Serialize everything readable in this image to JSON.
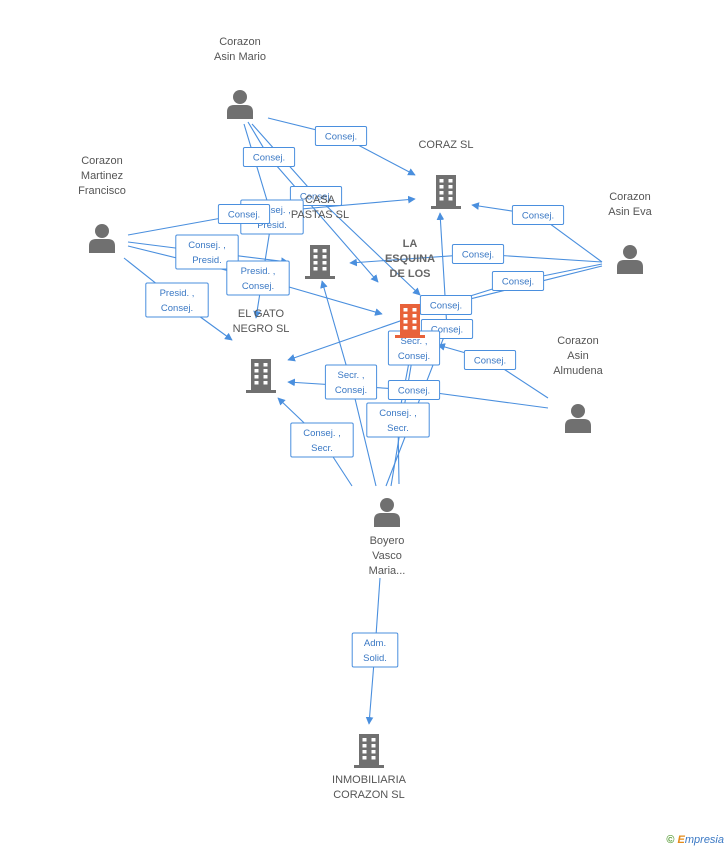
{
  "nodes": [
    {
      "id": "mario",
      "type": "person",
      "lines": [
        "Corazon",
        "Asin Mario"
      ]
    },
    {
      "id": "francisco",
      "type": "person",
      "lines": [
        "Corazon",
        "Martinez",
        "Francisco"
      ]
    },
    {
      "id": "eva",
      "type": "person",
      "lines": [
        "Corazon",
        "Asin Eva"
      ]
    },
    {
      "id": "almudena",
      "type": "person",
      "lines": [
        "Corazon",
        "Asin",
        "Almudena"
      ]
    },
    {
      "id": "boyero",
      "type": "person",
      "lines": [
        "Boyero",
        "Vasco",
        "Maria..."
      ]
    },
    {
      "id": "coraz",
      "type": "company",
      "lines": [
        "CORAZ SL"
      ]
    },
    {
      "id": "casa",
      "type": "company",
      "lines": [
        "CASA",
        "PASTAS SL"
      ]
    },
    {
      "id": "esquina",
      "type": "company",
      "focus": true,
      "lines": [
        "LA",
        "ESQUINA",
        "DE LOS"
      ]
    },
    {
      "id": "gato",
      "type": "company",
      "lines": [
        "EL GATO",
        "NEGRO SL"
      ]
    },
    {
      "id": "inmob",
      "type": "company",
      "lines": [
        "INMOBILIARIA",
        "CORAZON SL"
      ]
    }
  ],
  "edges": [
    {
      "from": "mario",
      "to": "coraz",
      "label": [
        "Consej."
      ]
    },
    {
      "from": "mario",
      "to": "casa",
      "label": [
        "Consej."
      ]
    },
    {
      "from": "mario",
      "to": "esquina",
      "label": [
        "Consej."
      ]
    },
    {
      "from": "mario",
      "to": "gato",
      "label": [
        "Consej. ,",
        "Presid."
      ]
    },
    {
      "from": "francisco",
      "to": "coraz",
      "label": [
        "Consej."
      ]
    },
    {
      "from": "francisco",
      "to": "casa",
      "label": [
        "Consej. ,",
        "Presid."
      ]
    },
    {
      "from": "francisco",
      "to": "esquina",
      "label": [
        "Presid. ,",
        "Consej."
      ]
    },
    {
      "from": "francisco",
      "to": "gato",
      "label": [
        "Presid. ,",
        "Consej."
      ]
    },
    {
      "from": "eva",
      "to": "coraz",
      "label": [
        "Consej."
      ]
    },
    {
      "from": "eva",
      "to": "casa",
      "label": [
        "Consej."
      ]
    },
    {
      "from": "eva",
      "to": "esquina",
      "label": [
        "Consej."
      ]
    },
    {
      "from": "eva",
      "to": "gato",
      "label": [
        "Consej."
      ]
    },
    {
      "from": "almudena",
      "to": "esquina",
      "label": [
        "Consej."
      ]
    },
    {
      "from": "almudena",
      "to": "gato",
      "label": [
        "Consej."
      ]
    },
    {
      "from": "boyero",
      "to": "coraz",
      "label": [
        "Consej."
      ]
    },
    {
      "from": "boyero",
      "to": "casa",
      "label": [
        "Secr. ,",
        "Consej."
      ]
    },
    {
      "from": "boyero",
      "to": "esquina",
      "label": [
        "Secr. ,",
        "Consej."
      ]
    },
    {
      "from": "boyero",
      "to": "gato",
      "label": [
        "Consej. ,",
        "Secr."
      ]
    },
    {
      "from": "boyero",
      "to": "inmob",
      "label": [
        "Adm.",
        "Solid."
      ]
    },
    {
      "from": "esquina",
      "to": "casa",
      "label": [
        "Consej. ,",
        "Secr."
      ]
    }
  ],
  "footer": {
    "copyright": "©",
    "brand_first": "E",
    "brand_rest": "mpresia"
  },
  "colors": {
    "edge": "#4a8fde",
    "node": "#707070",
    "focus": "#e8623a"
  }
}
